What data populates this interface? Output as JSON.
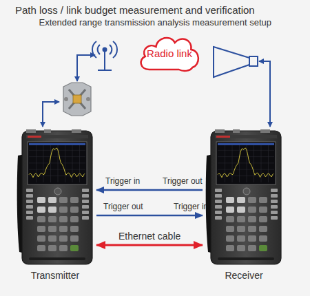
{
  "diagram": {
    "title": "Path loss / link budget measurement and verification",
    "nodes": [
      {
        "text": [
          "Radio link"
        ]
      },
      {
        "text": [
          "Transmitter"
        ]
      },
      {
        "text": [
          "Receiver"
        ]
      }
    ],
    "edges": [
      {
        "from": 2,
        "to": 1,
        "arrow": "to"
      },
      {
        "from": 1,
        "to": 2,
        "arrow": "to"
      },
      {
        "from": 1,
        "to": 2,
        "label": "Ethernet cable",
        "arrow": "both"
      }
    ],
    "labels": [
      "Extended range transmission analysis measurement setup",
      "Trigger in",
      "Trigger out",
      "Trigger out",
      "Trigger in"
    ]
  }
}
